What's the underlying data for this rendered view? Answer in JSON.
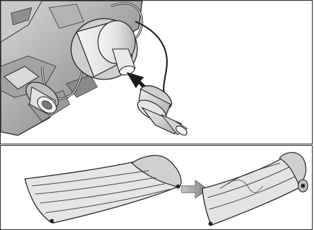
{
  "figure": {
    "top_panel": {
      "step": "attach-nozzle-to-pump",
      "arrow_direction": "up-left",
      "arrow_color": "#1a1a1a"
    },
    "bottom_panel": {
      "step": "roll-up-mattress",
      "arrow_direction": "right",
      "arrow_color": "#9a9a9a"
    },
    "colors": {
      "outline": "#222222",
      "metal_light": "#e6e6e6",
      "metal_mid": "#bdbdbd",
      "metal_dark": "#7a7a7a",
      "mattress_fill": "#e3e3e3",
      "mattress_shade": "#c8c8c8"
    }
  }
}
